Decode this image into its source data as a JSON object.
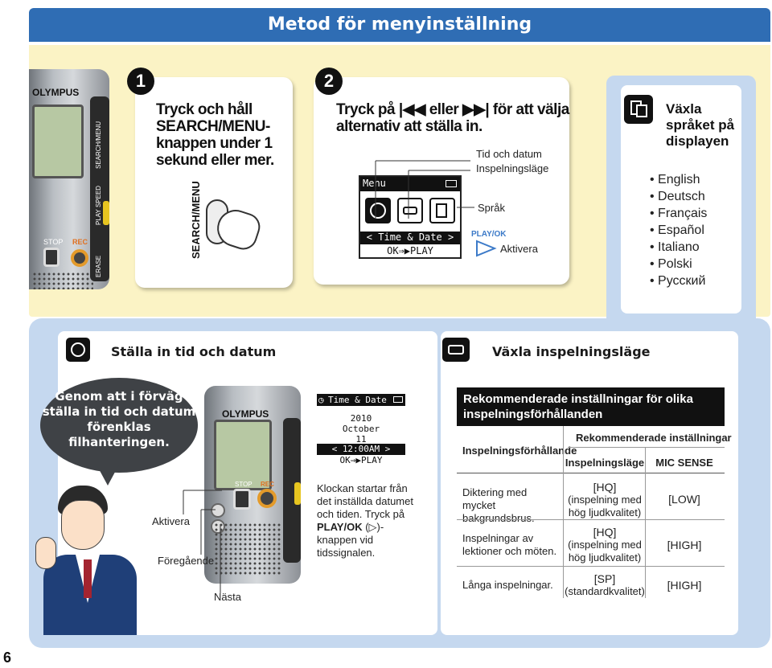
{
  "header": {
    "title": "Metod för menyinställning"
  },
  "page_number": "6",
  "step1": {
    "number": "1",
    "text": "Tryck och håll SEARCH/MENU-knappen under 1 sekund eller mer.",
    "vertical_label": "SEARCH/MENU"
  },
  "step2": {
    "number": "2",
    "text_part1": "Tryck på",
    "text_part2": "eller",
    "text_part3": "för att välja alternativ att ställa in.",
    "callouts": {
      "time_date": "Tid och datum",
      "rec_mode": "Inspelningsläge",
      "language": "Språk",
      "play_ok": "PLAY/OK",
      "activate": "Aktivera"
    },
    "lcd": {
      "title": "Menu",
      "item": "Time & Date",
      "footer": "OK⇒▶PLAY"
    }
  },
  "language_panel": {
    "title": "Växla språket på displayen",
    "languages": [
      "English",
      "Deutsch",
      "Français",
      "Español",
      "Italiano",
      "Polski",
      "Русский"
    ]
  },
  "time_section": {
    "title": "Ställa in tid och datum",
    "bubble": "Genom att i förväg ställa in tid och datum förenklas filhanteringen.",
    "labels": {
      "activate": "Aktivera",
      "previous": "Föregående",
      "next": "Nästa"
    },
    "lcd": {
      "title": "Time & Date",
      "year": "2010",
      "month": "October",
      "day": "11",
      "time": "12:00AM",
      "footer": "OK⇒▶PLAY"
    },
    "desc_part1": "Klockan startar från det inställda datumet och tiden. Tryck på",
    "desc_bold": "PLAY/OK",
    "desc_part2": "-knappen vid tidssignalen."
  },
  "rec_section": {
    "title": "Växla inspelningsläge",
    "table_title": "Rekommenderade inställningar för olika inspelningsförhållanden",
    "col_condition": "Inspelningsförhållande",
    "col_recommended": "Rekommenderade inställningar",
    "col_mode": "Inspelningsläge",
    "col_mic": "MIC SENSE",
    "rows": [
      {
        "condition": "Diktering med mycket bakgrundsbrus.",
        "mode": "[HQ]",
        "mode_note": "(inspelning med hög ljudkvalitet)",
        "mic": "[LOW]"
      },
      {
        "condition": "Inspelningar av lektioner och möten.",
        "mode": "[HQ]",
        "mode_note": "(inspelning med hög ljudkvalitet)",
        "mic": "[HIGH]"
      },
      {
        "condition": "Långa inspelningar.",
        "mode": "[SP]",
        "mode_note": "(standardkvalitet)",
        "mic": "[HIGH]"
      }
    ]
  },
  "device": {
    "brand": "OLYMPUS",
    "stop": "STOP",
    "rec": "REC",
    "erase": "ERASE",
    "play_speed": "PLAY SPEED",
    "search_menu": "SEARCH/MENU"
  },
  "colors": {
    "banner": "#2f6db4",
    "yellow_panel": "#fbf3c5",
    "blue_panel": "#c5d8ef",
    "accent_blue": "#3c7ac8"
  }
}
